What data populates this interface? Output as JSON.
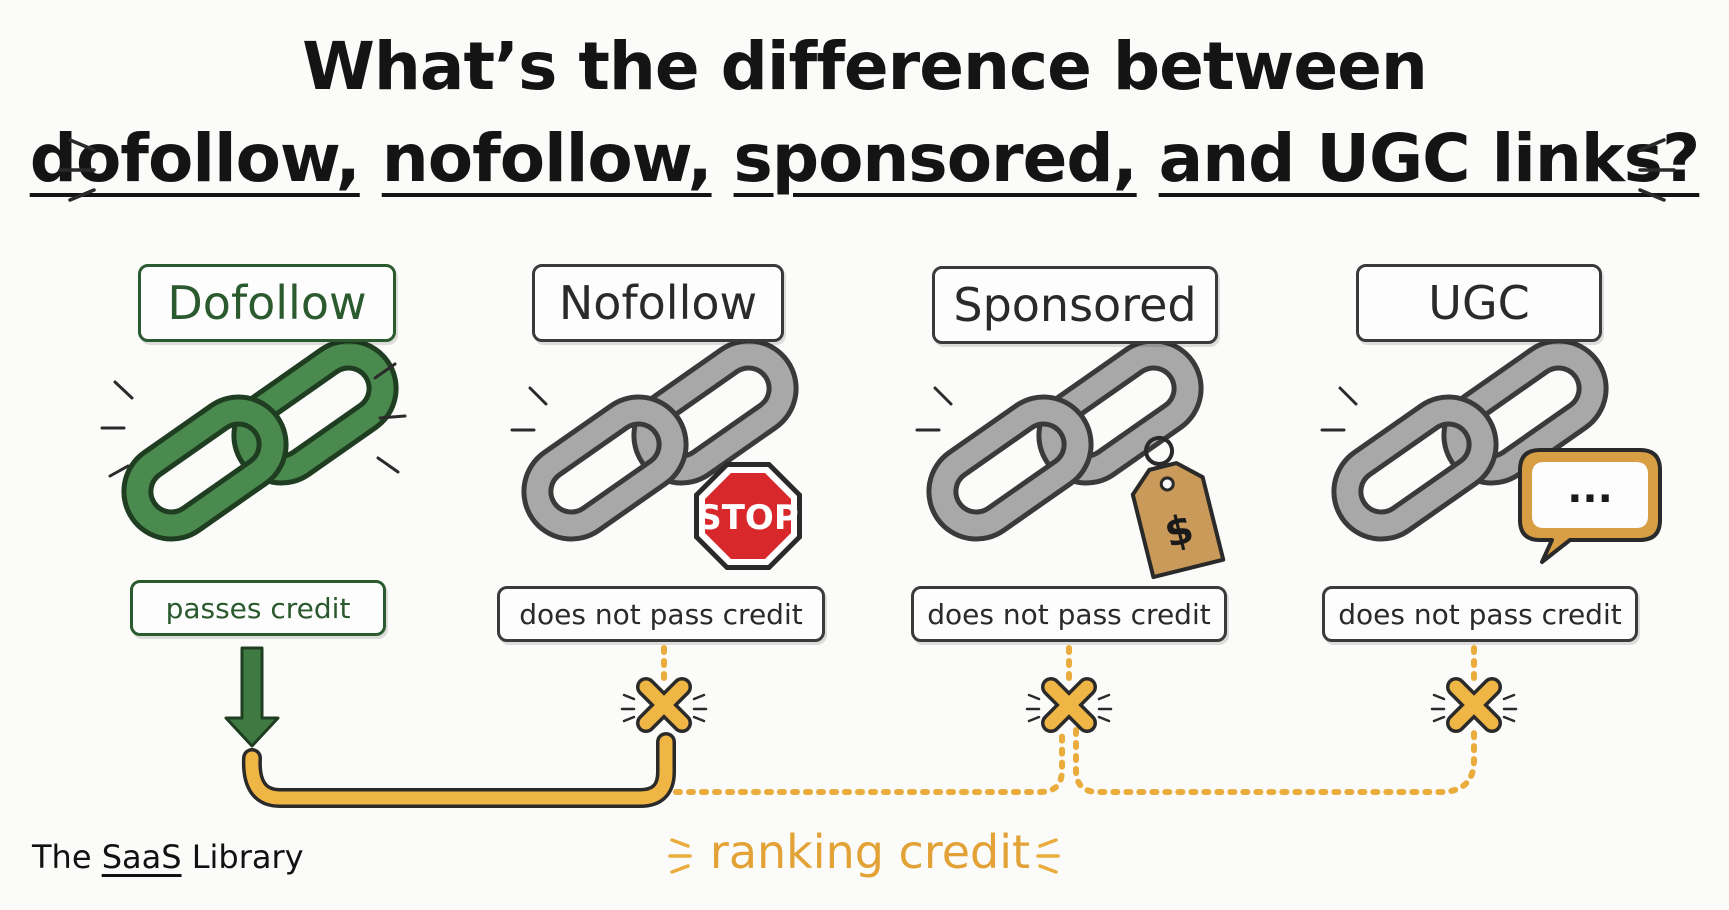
{
  "title": {
    "line1": "What’s the difference between",
    "line2_part1": "dofollow,",
    "line2_part2": "nofollow,",
    "line2_part3": "sponsored,",
    "line2_part4": "and UGC links?"
  },
  "link_types": [
    {
      "name": "Dofollow",
      "credit": "passes credit"
    },
    {
      "name": "Nofollow",
      "credit": "does not pass credit"
    },
    {
      "name": "Sponsored",
      "credit": "does not pass credit"
    },
    {
      "name": "UGC",
      "credit": "does not pass credit"
    }
  ],
  "badges": {
    "stop": "STOP",
    "price": "$",
    "comment": "..."
  },
  "brand": {
    "prefix": "The",
    "middle": "SaaS",
    "suffix": "Library"
  },
  "ranking_label": "ranking credit",
  "colors": {
    "dofollow_green": "#3f7a42",
    "chain_gray": "#9c9c9c",
    "credit_orange": "#e9ac3d",
    "stop_red": "#d8282c",
    "tag_brown": "#c99a5a"
  }
}
